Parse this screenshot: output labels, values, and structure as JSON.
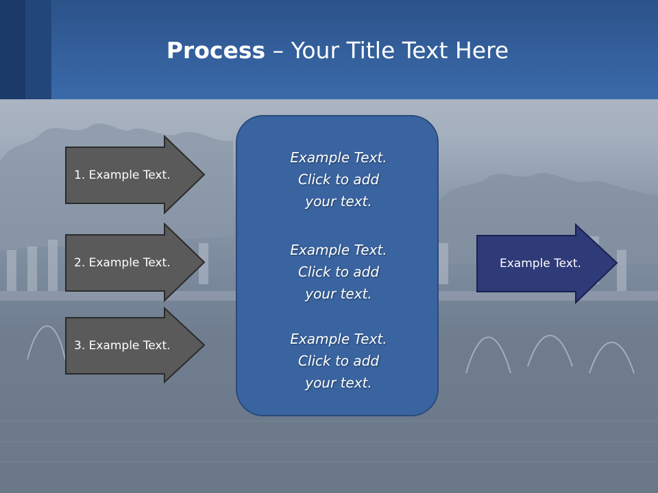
{
  "slide": {
    "title_bold": "Process",
    "title_rest": " – Your Title Text Here",
    "left_arrows": [
      {
        "label": "1. Example Text."
      },
      {
        "label": "2. Example Text."
      },
      {
        "label": "3. Example Text."
      }
    ],
    "center_blocks": [
      {
        "line1": "Example Text.",
        "line2": "Click  to add",
        "line3": "your text."
      },
      {
        "line1": "Example Text.",
        "line2": "Click  to add",
        "line3": "your text."
      },
      {
        "line1": "Example Text.",
        "line2": "Click  to add",
        "line3": "your text."
      }
    ],
    "right_arrow": {
      "label": "Example Text."
    }
  },
  "colors": {
    "header": "#34609c",
    "left_arrow_fill": "#5a5a5a",
    "center_box_fill": "#3a64a0",
    "right_arrow_fill": "#2f3a78",
    "text": "#ffffff"
  }
}
